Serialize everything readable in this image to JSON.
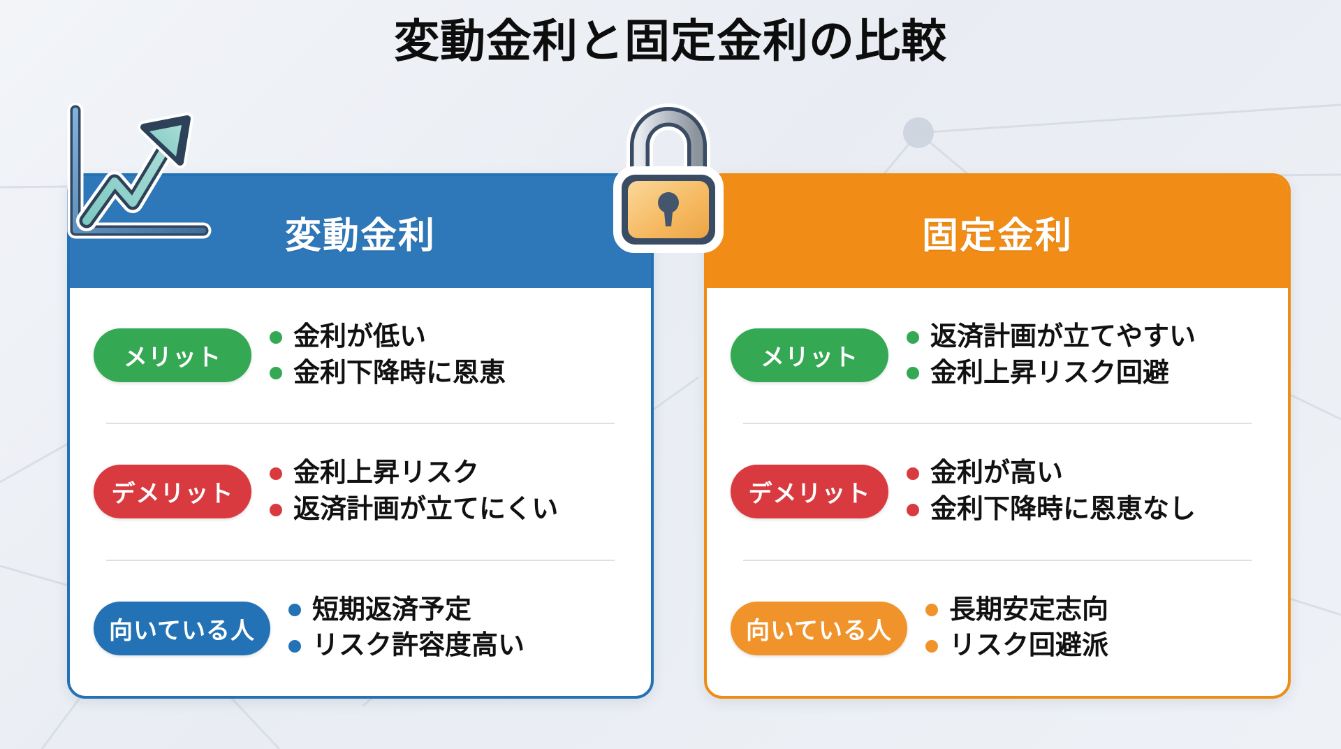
{
  "page": {
    "title": "変動金利と固定金利の比較",
    "background_color": "#eef1f5"
  },
  "cards": [
    {
      "id": "variable-rate",
      "title": "変動金利",
      "accent_color": "#2e77b8",
      "border_color": "#2372b5",
      "icon": "rising-chart-arrow-icon",
      "sections": [
        {
          "badge": "メリット",
          "badge_color": "#34a853",
          "tone": "green",
          "items": [
            "金利が低い",
            "金利下降時に恩恵"
          ]
        },
        {
          "badge": "デメリット",
          "badge_color": "#d93a3f",
          "tone": "red",
          "items": [
            "金利上昇リスク",
            "返済計画が立てにくい"
          ]
        },
        {
          "badge": "向いている人",
          "badge_color": "#2372b5",
          "tone": "blue",
          "items": [
            "短期返済予定",
            "リスク許容度高い"
          ]
        }
      ]
    },
    {
      "id": "fixed-rate",
      "title": "固定金利",
      "accent_color": "#f18c16",
      "border_color": "#ef8c14",
      "icon": "padlock-icon",
      "sections": [
        {
          "badge": "メリット",
          "badge_color": "#34a853",
          "tone": "green",
          "items": [
            "返済計画が立てやすい",
            "金利上昇リスク回避"
          ]
        },
        {
          "badge": "デメリット",
          "badge_color": "#d93a3f",
          "tone": "red",
          "items": [
            "金利が高い",
            "金利下降時に恩恵なし"
          ]
        },
        {
          "badge": "向いている人",
          "badge_color": "#f0932b",
          "tone": "orange",
          "items": [
            "長期安定志向",
            "リスク回避派"
          ]
        }
      ]
    }
  ]
}
